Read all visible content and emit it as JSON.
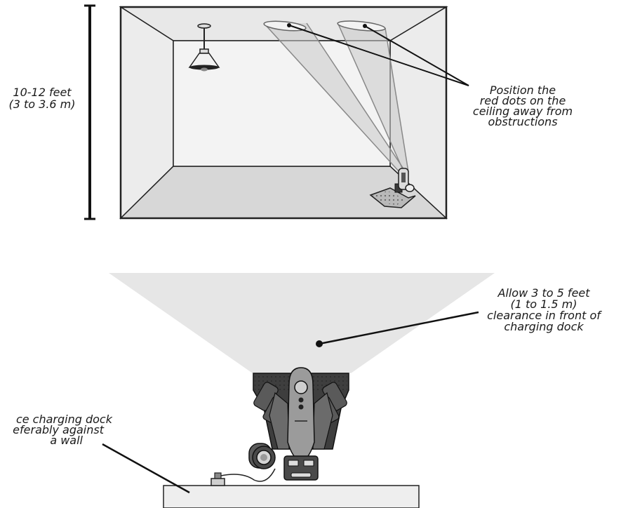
{
  "labels": {
    "height_feet": "10-12 feet",
    "height_meters": "(3 to 3.6 m)",
    "ceiling_dots": [
      "Position the",
      "red dots on the",
      "ceiling away from",
      "obstructions"
    ],
    "clearance": [
      "Allow 3 to 5 feet",
      "(1 to 1.5 m)",
      "clearance in front of",
      "charging dock"
    ],
    "dock_placement": [
      "ce charging dock",
      "eferably against",
      "a wall"
    ]
  },
  "icons": {
    "room": "room-perspective",
    "lamp": "ceiling-lamp-icon",
    "robot_small": "robot-with-beacon-icon",
    "robot_large": "robot-top-view-icon",
    "dock": "charging-dock-icon"
  },
  "colors": {
    "wall_light": "#f2f2f2",
    "floor": "#d9d9d9",
    "side_wall": "#e6e6e6",
    "clearance_zone": "#e6e6e6",
    "robot_dark": "#3a3a3a",
    "line": "#222222"
  }
}
